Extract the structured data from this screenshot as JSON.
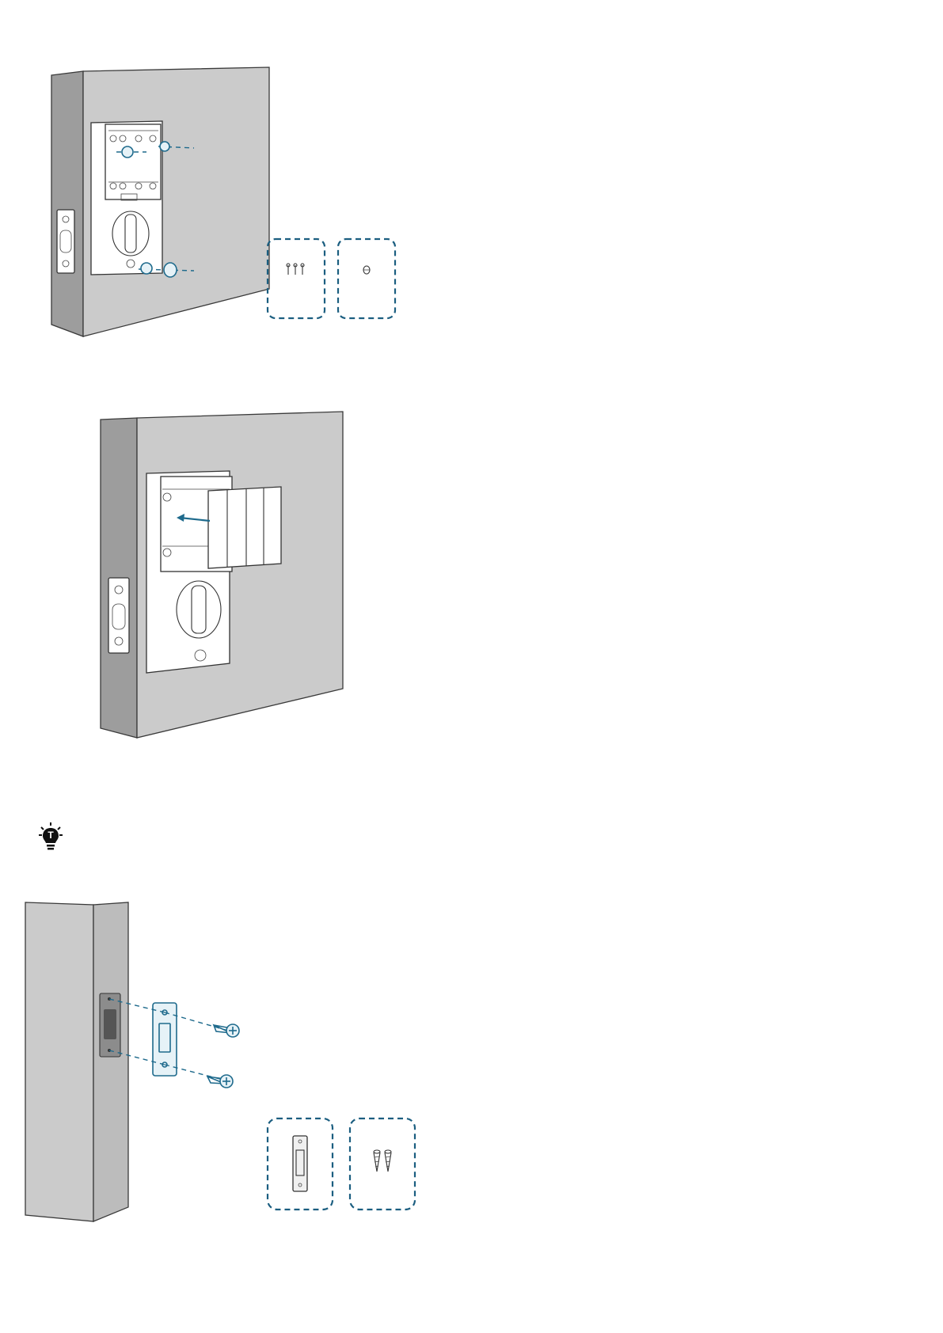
{
  "page": {
    "tip_icon": "lightbulb-tip-icon",
    "tip_glyph": "T"
  },
  "figures": [
    {
      "name": "mount-interior-assembly",
      "icons": [
        "door-icon",
        "mounting-plate-icon",
        "screw-icon",
        "thumbturn-icon"
      ],
      "parts_boxes": [
        {
          "name": "three-screws",
          "icon": "screw-set-icon"
        },
        {
          "name": "cap-nut",
          "icon": "nut-icon"
        }
      ]
    },
    {
      "name": "insert-battery-pack",
      "icons": [
        "door-icon",
        "battery-pack-icon",
        "arrow-left-icon"
      ]
    },
    {
      "name": "install-strike-plate",
      "icons": [
        "door-frame-icon",
        "strike-plate-icon",
        "screw-icon"
      ],
      "parts_boxes": [
        {
          "name": "strike-plate",
          "icon": "strike-plate-icon"
        },
        {
          "name": "two-screws",
          "icon": "screw-set-icon"
        }
      ]
    }
  ],
  "colors": {
    "accent": "#1e6a8c",
    "door_face": "#cbcbcb",
    "door_edge": "#9d9d9d"
  }
}
